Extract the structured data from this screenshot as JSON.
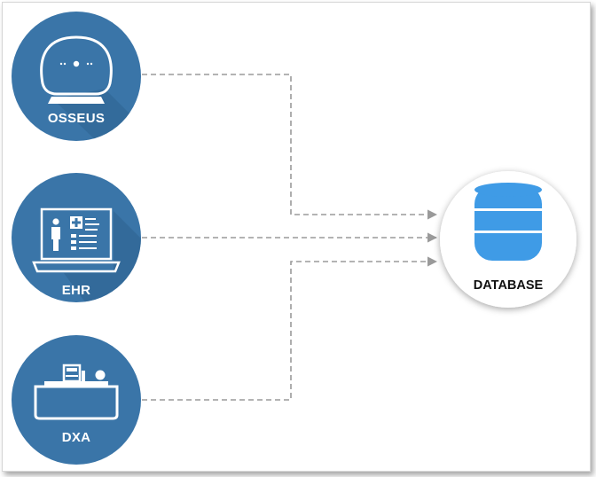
{
  "nodes": {
    "osseus": {
      "label": "OSSEUS",
      "icon": "scanner-device-icon"
    },
    "ehr": {
      "label": "EHR",
      "icon": "laptop-patient-record-icon"
    },
    "dxa": {
      "label": "DXA",
      "icon": "dxa-scanner-bed-icon"
    }
  },
  "target": {
    "label": "DATABASE",
    "icon": "database-cylinder-icon"
  },
  "colors": {
    "node_fill": "#3a75a8",
    "node_shadow": "#2f6492",
    "database_blue": "#3f9be6",
    "connector": "#9a9a9a",
    "frame_border": "#d6d6d6"
  }
}
